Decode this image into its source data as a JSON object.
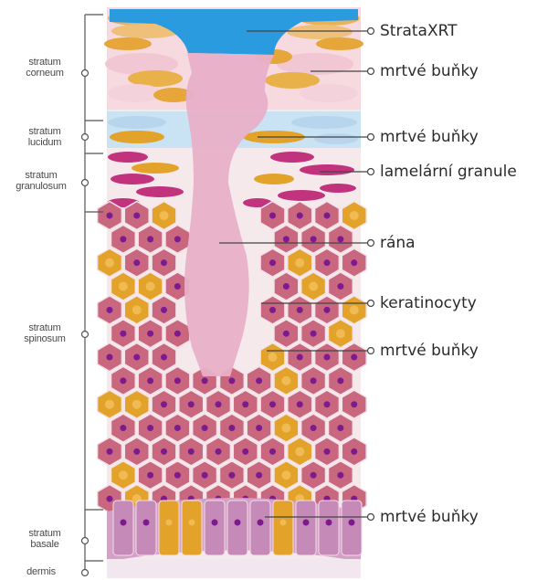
{
  "layers": [
    {
      "id": "stratum-corneum-label",
      "text": "stratum\ncorneum"
    },
    {
      "id": "stratum-lucidum-label",
      "text": "stratum\nlucidum"
    },
    {
      "id": "stratum-granulosum-label",
      "text": "stratum\ngranulosum"
    },
    {
      "id": "stratum-spinosum-label",
      "text": "stratum\nspinosum"
    },
    {
      "id": "stratum-basale-label",
      "text": "stratum\nbasale"
    },
    {
      "id": "dermis-label",
      "text": "dermis"
    }
  ],
  "callouts": [
    {
      "id": "stratasxrt-callout",
      "text": "StrataXRT"
    },
    {
      "id": "dead-cells-corneum-callout",
      "text": "mrtvé buňky"
    },
    {
      "id": "dead-cells-lucidum-callout",
      "text": "mrtvé buňky"
    },
    {
      "id": "lamellar-granules-callout",
      "text": "lamelární granule"
    },
    {
      "id": "wound-callout",
      "text": "rána"
    },
    {
      "id": "keratinocytes-callout",
      "text": "keratinocyty"
    },
    {
      "id": "dead-cells-spinosum-callout",
      "text": "mrtvé buňky"
    },
    {
      "id": "dead-cells-basale-callout",
      "text": "mrtvé buňky"
    }
  ],
  "colors": {
    "gel": "#2b9be0",
    "wound": "#e8a8c4",
    "keratinocyte": "#c9677f",
    "dead_cell": "#e3a22a",
    "granule": "#c2337e",
    "lucidum": "#c9e2f4",
    "corneum": "#f1c6cf",
    "basale": "#c68ab8",
    "nucleus": "#7d1a8f",
    "line": "#555555"
  }
}
